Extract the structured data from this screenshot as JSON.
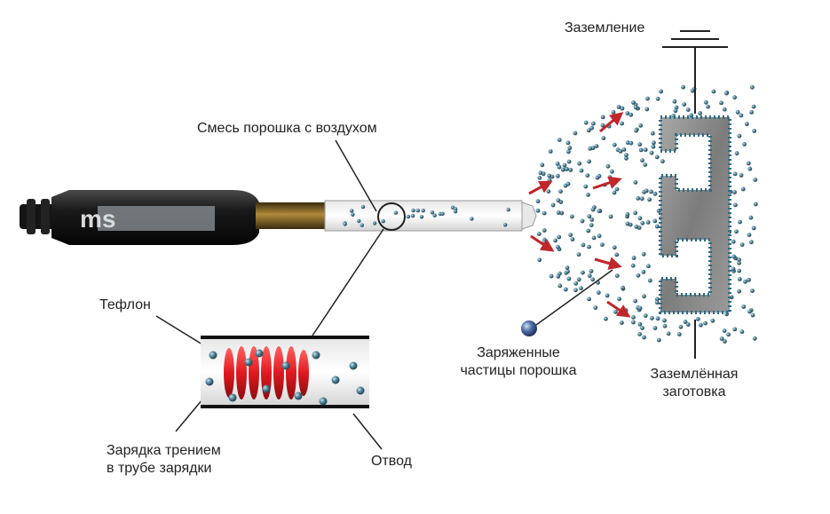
{
  "labels": {
    "grounding": "Заземление",
    "powder_air_mix": "Смесь порошка с воздухом",
    "teflon": "Тефлон",
    "charged_particles_line1": "Заряженные",
    "charged_particles_line2": "частицы  порошка",
    "grounded_workpiece_line1": "Заземлённая",
    "grounded_workpiece_line2": "заготовка",
    "friction_charging_line1": "Зарядка трением",
    "friction_charging_line2": "в трубе зарядки",
    "outlet": "Отвод"
  },
  "gun_logo": "ms",
  "colors": {
    "gun_body": "#1b1b1b",
    "brass_band": "#8a6a2a",
    "particle": "#4a7d92",
    "arrow": "#c0262a",
    "spiral": "#e0191f",
    "workpiece": "#8c8c8c"
  }
}
